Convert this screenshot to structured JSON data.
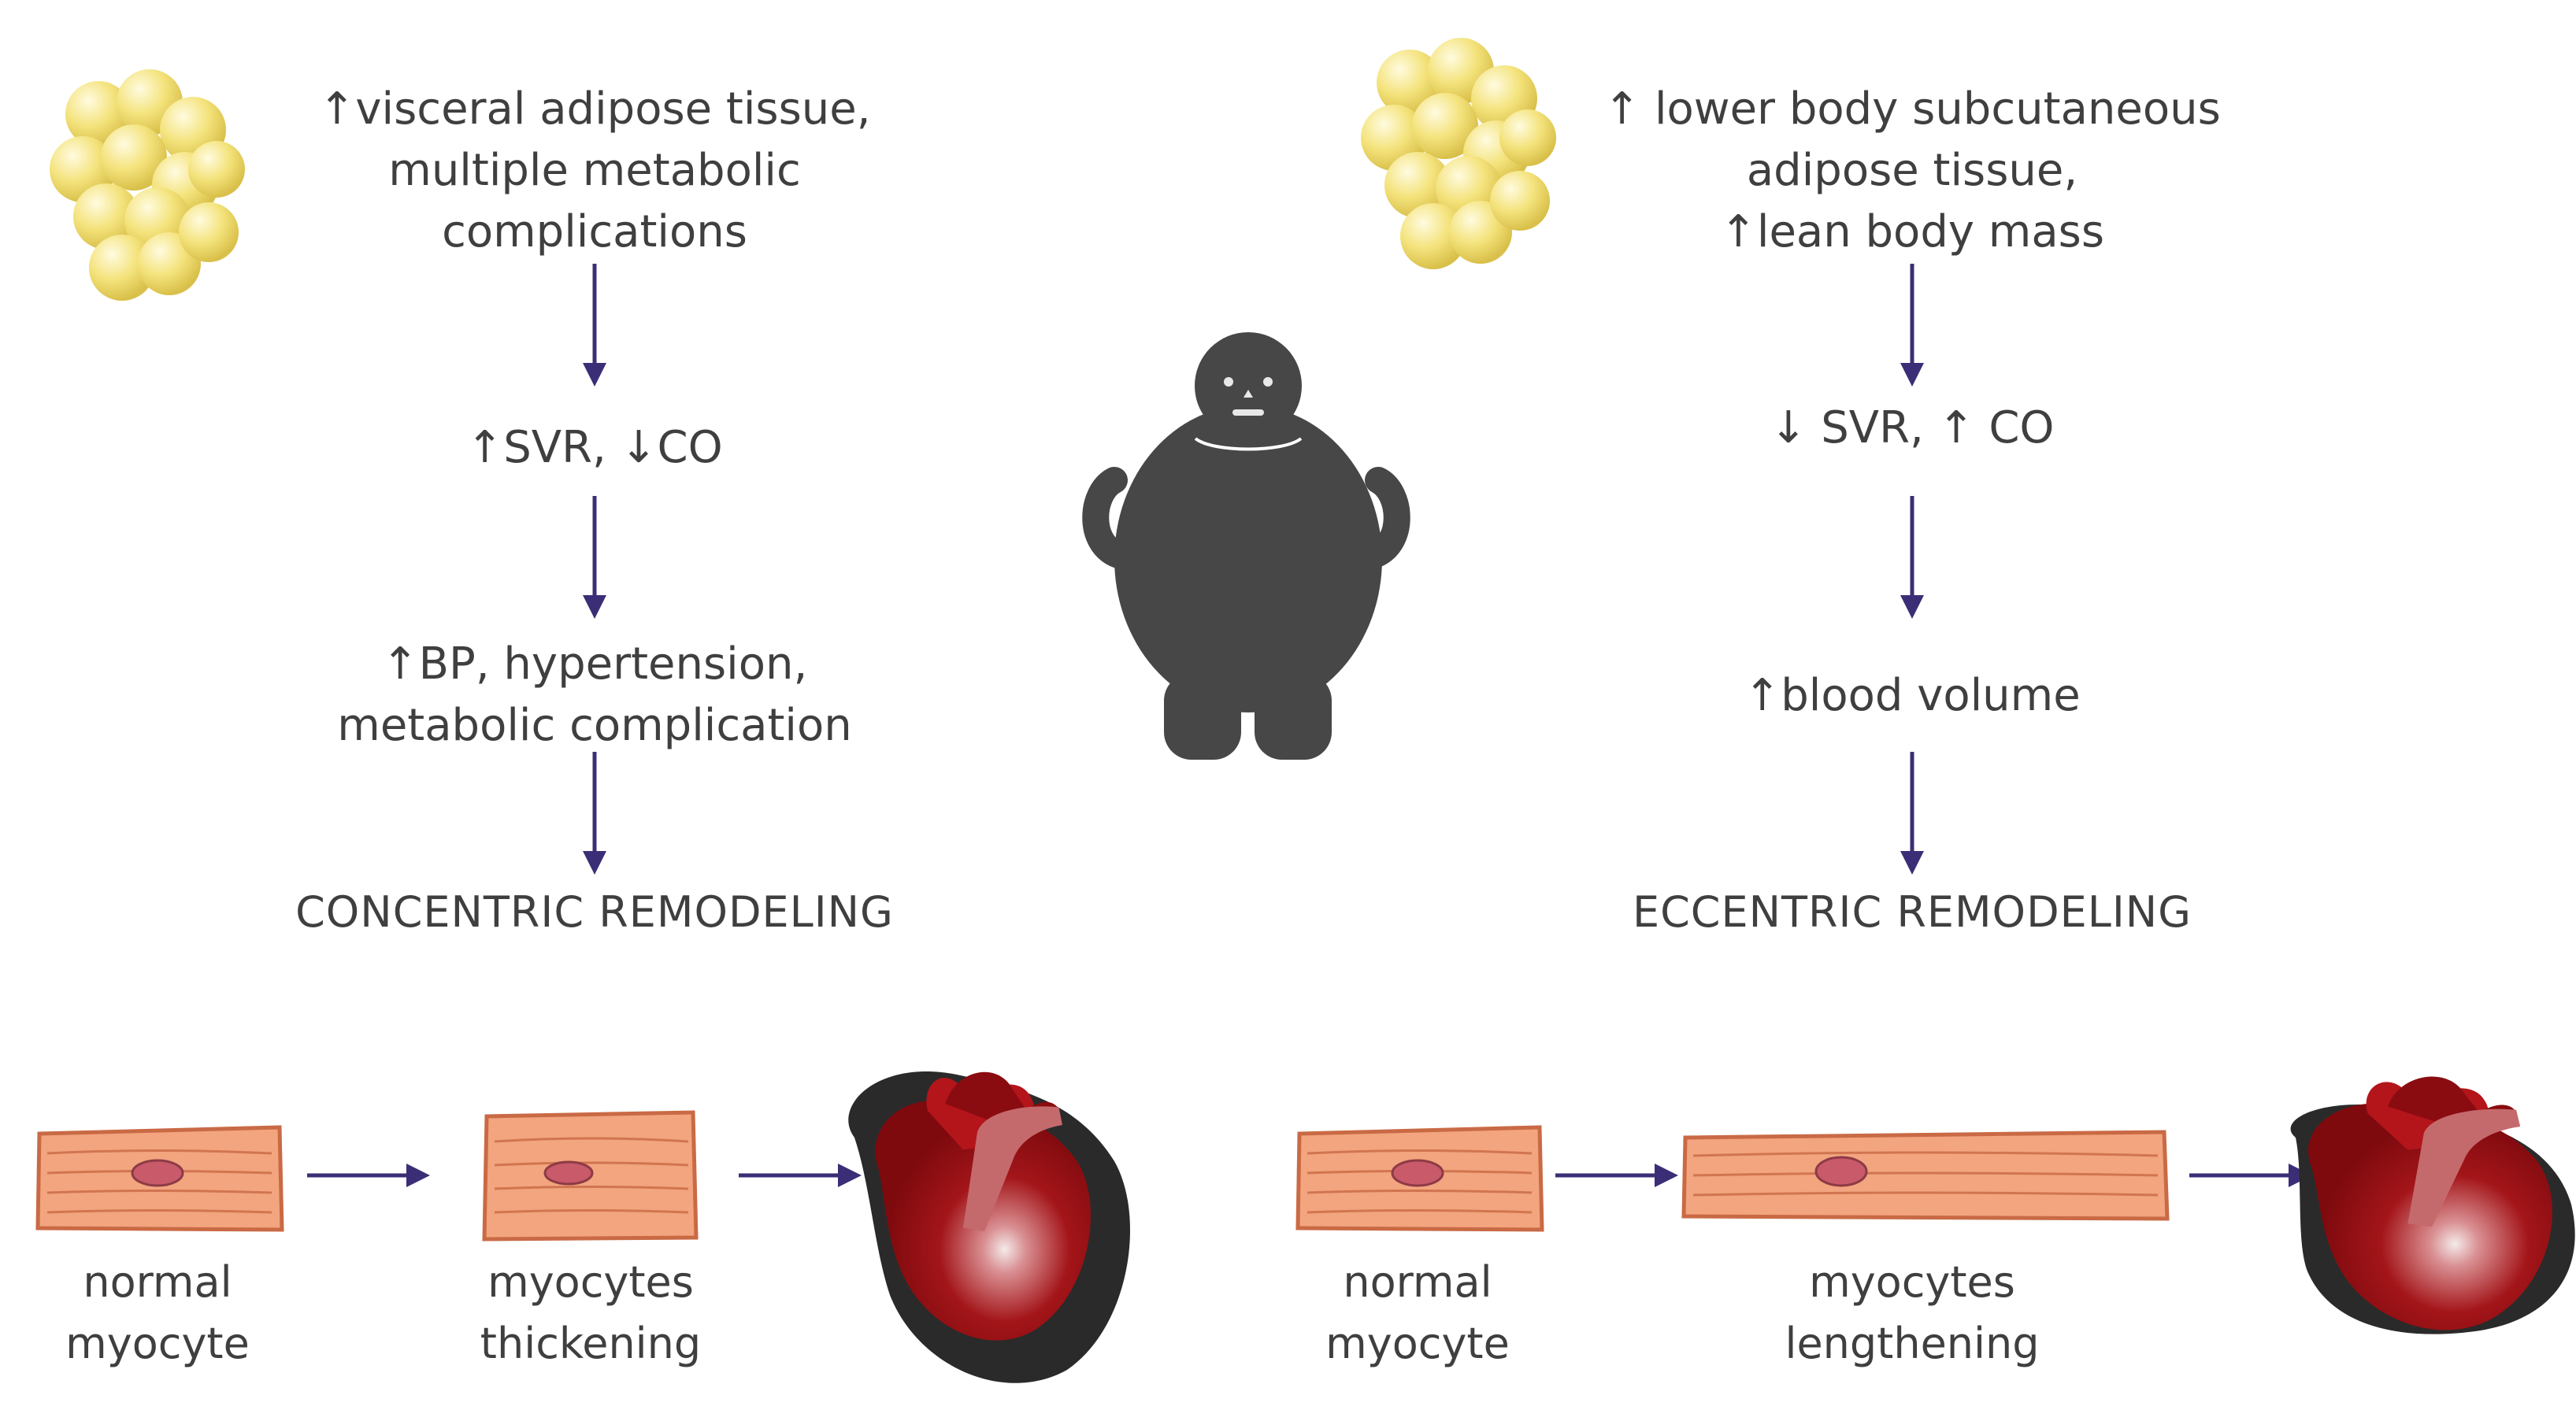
{
  "colors": {
    "arrow": "#3b2e76",
    "text": "#3f3f3f",
    "person": "#474747",
    "fat": "#f3e27a",
    "myocyte": "#f2a57e",
    "myocyte_stroke": "#c96a45",
    "nucleus": "#c85a6a",
    "heart": "#9a0f12",
    "heart_shadow": "#2a2a2a"
  },
  "icons": [
    "adipose-cluster-icon",
    "person-icon",
    "myocyte-icon",
    "heart-icon"
  ],
  "left": {
    "step1": [
      "↑visceral adipose tissue,",
      "multiple metabolic",
      "complications"
    ],
    "step2": [
      "↑SVR, ↓CO"
    ],
    "step3": [
      "↑BP, hypertension,",
      "metabolic complication"
    ],
    "result": "CONCENTRIC REMODELING",
    "cells": {
      "normal": [
        "normal",
        "myocyte"
      ],
      "changed": [
        "myocytes",
        "thickening"
      ]
    }
  },
  "right": {
    "step1": [
      "↑ lower body subcutaneous",
      "adipose tissue,",
      "↑lean body mass"
    ],
    "step2": [
      "↓ SVR, ↑ CO"
    ],
    "step3": [
      "↑blood volume"
    ],
    "result": "ECCENTRIC REMODELING",
    "cells": {
      "normal": [
        "normal",
        "myocyte"
      ],
      "changed": [
        "myocytes",
        "lengthening"
      ]
    }
  }
}
